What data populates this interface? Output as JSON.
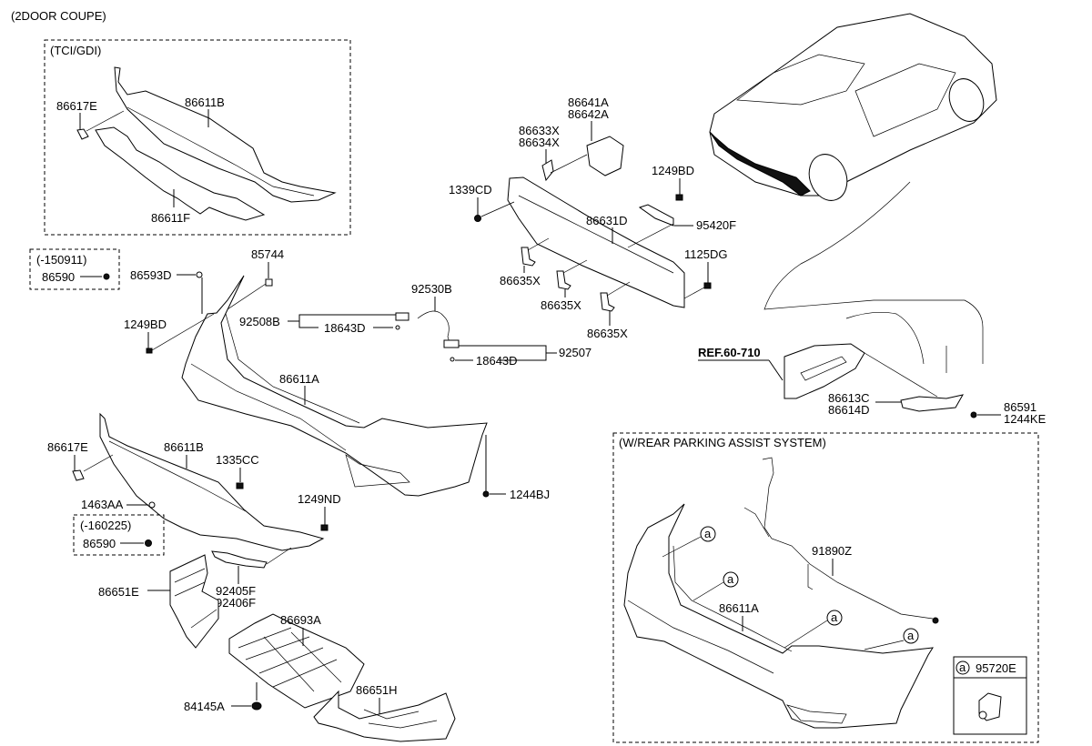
{
  "title": "(2DOOR COUPE)",
  "groups": {
    "tci_gdi": {
      "label": "(TCI/GDI)",
      "parts": [
        "86617E",
        "86611B",
        "86611F"
      ]
    },
    "date_150911": {
      "label": "(-150911)",
      "parts": [
        "86590"
      ]
    },
    "date_160225": {
      "label": "(-160225)",
      "parts": [
        "86590"
      ]
    },
    "parking_assist": {
      "label": "(W/REAR PARKING ASSIST SYSTEM)",
      "parts": [
        "86611A",
        "91890Z"
      ],
      "callout_symbol": "a",
      "legend_part": "95720E"
    }
  },
  "reference": "REF.60-710",
  "labels": {
    "tci_86617E": "86617E",
    "tci_86611B": "86611B",
    "tci_86611F": "86611F",
    "d1_86590": "86590",
    "p_86593D": "86593D",
    "p_85744": "85744",
    "p_1249BD_left": "1249BD",
    "p_92508B": "92508B",
    "p_18643D_a": "18643D",
    "p_92530B": "92530B",
    "p_18643D_b": "18643D",
    "p_92507": "92507",
    "p_86611A": "86611A",
    "p_86641A": "86641A",
    "p_86642A": "86642A",
    "p_86633X": "86633X",
    "p_86634X": "86634X",
    "p_1339CD": "1339CD",
    "p_86631D": "86631D",
    "p_1249BD_right": "1249BD",
    "p_95420F": "95420F",
    "p_1125DG": "1125DG",
    "p_86635X_a": "86635X",
    "p_86635X_b": "86635X",
    "p_86635X_c": "86635X",
    "p_86613C": "86613C",
    "p_86614D": "86614D",
    "p_86591": "86591",
    "p_1244KE": "1244KE",
    "p_86617E": "86617E",
    "p_86611B": "86611B",
    "p_1335CC": "1335CC",
    "p_1463AA": "1463AA",
    "d2_86590": "86590",
    "p_1249ND": "1249ND",
    "p_1244BJ": "1244BJ",
    "p_86651E": "86651E",
    "p_92405F": "92405F",
    "p_92406F": "92406F",
    "p_86693A": "86693A",
    "p_84145A": "84145A",
    "p_86651H": "86651H",
    "pa_86611A": "86611A",
    "pa_91890Z": "91890Z",
    "pa_95720E": "95720E",
    "callout_a": "a"
  }
}
